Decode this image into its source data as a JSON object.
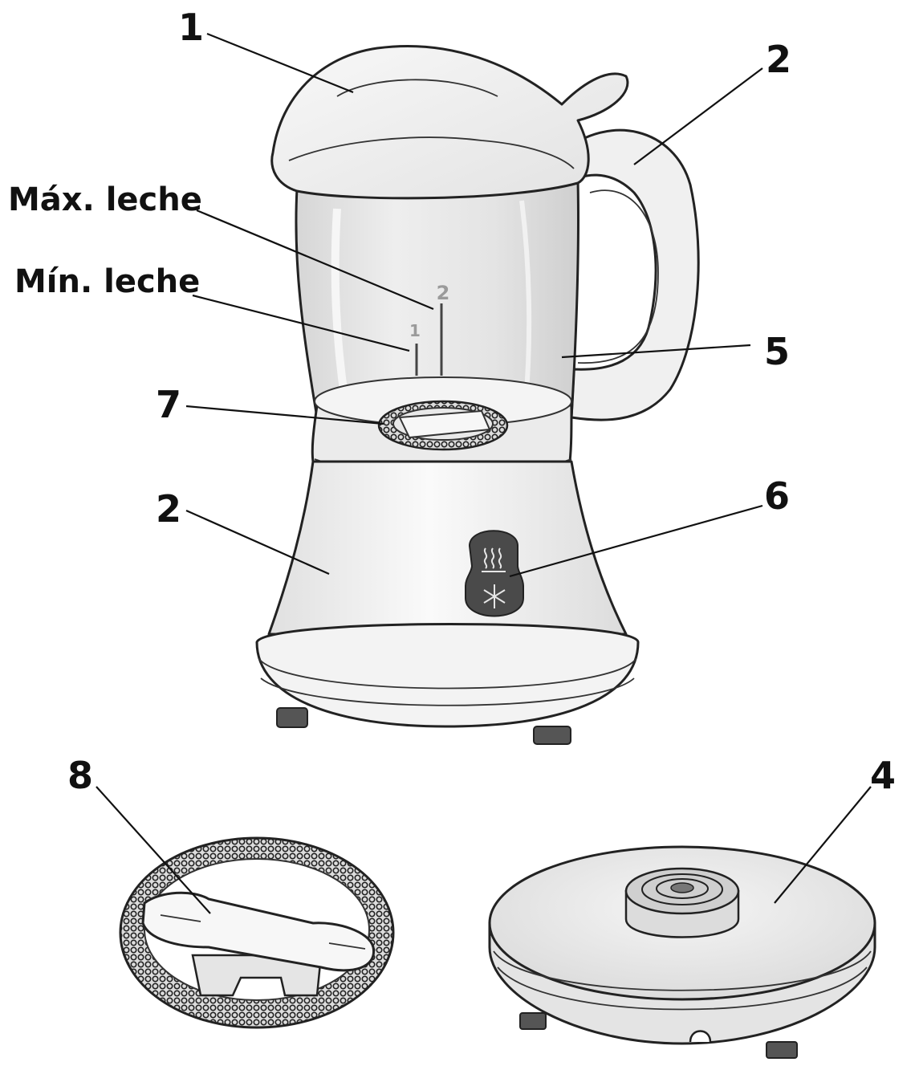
{
  "diagram": {
    "labels": {
      "lid": "1",
      "handle": "2",
      "base_body": "2",
      "jug": "5",
      "max_milk": "Máx. leche",
      "min_milk": "Mín. leche",
      "whisk_in_jug": "7",
      "button": "6",
      "whisk": "8",
      "power_base": "4"
    },
    "scale_marks": {
      "max": "2",
      "min": "1"
    },
    "colors": {
      "ink": "#222222",
      "body_fill": "#f2f2f2",
      "glass_fill": "#e3e3e3",
      "milk_fill": "#ececec",
      "button_fill": "#4a4a4a",
      "foot_fill": "#555555",
      "scale_color": "#9a9a9a"
    },
    "icons": {
      "heat": "heat-waves-icon",
      "cold": "snowflake-icon"
    }
  }
}
